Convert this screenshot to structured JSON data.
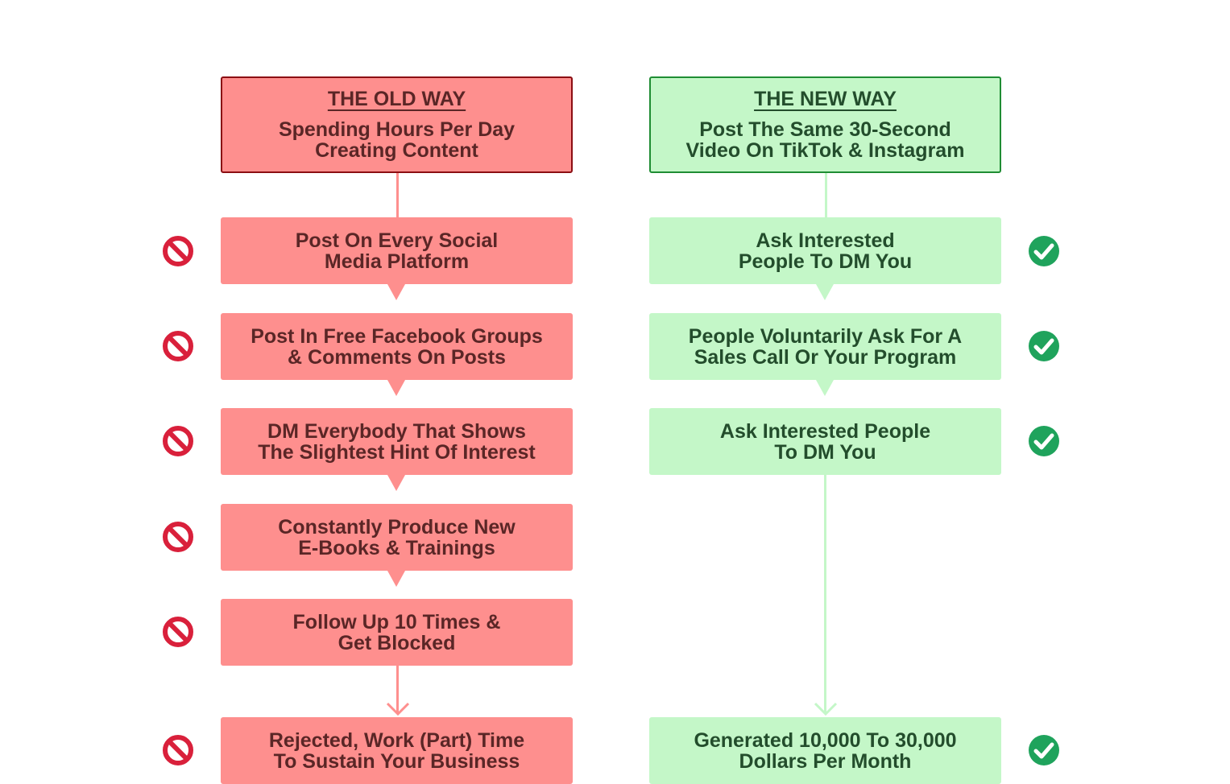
{
  "old_way": {
    "title": "THE OLD WAY",
    "subtitle": "Spending Hours Per Day\nCreating Content",
    "steps": [
      "Post On Every Social\nMedia  Platform",
      "Post In Free Facebook Groups\n& Comments On Posts",
      "DM Everybody That Shows\nThe Slightest Hint Of Interest",
      "Constantly Produce New\nE-Books & Trainings",
      "Follow Up 10 Times &\nGet Blocked",
      "Rejected, Work (Part) Time\nTo Sustain Your Business"
    ],
    "step_icon": "prohibited-icon",
    "color": "#fe8f8e",
    "border_color": "#8b0e13"
  },
  "new_way": {
    "title": "THE NEW WAY",
    "subtitle": "Post The Same 30-Second\nVideo On TikTok & Instagram",
    "steps": [
      "Ask Interested\nPeople To DM You",
      "People Voluntarily Ask For A\nSales Call Or Your Program",
      "Ask Interested People\nTo DM You",
      "Generated 10,000 To 30,000\nDollars Per Month"
    ],
    "step_icon": "check-circle-icon",
    "color": "#c4f7c8",
    "border_color": "#1f8d33"
  }
}
